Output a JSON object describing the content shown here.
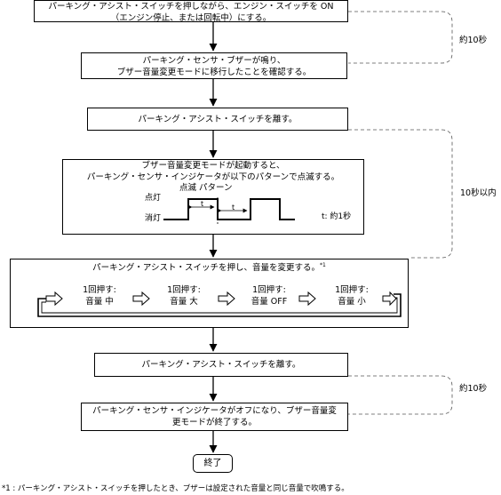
{
  "steps": {
    "s1": [
      "パーキング・アシスト・スイッチを押しながら、エンジン・スイッチを ON",
      "（エンジン停止、または回転中）にする。"
    ],
    "s2": [
      "パーキング・センサ・ブザーが鳴り、",
      "ブザー音量変更モードに移行したことを確認する。"
    ],
    "s3": [
      "パーキング・アシスト・スイッチを離す。"
    ],
    "s4": [
      "ブザー音量変更モードが起動すると、",
      "パーキング・センサ・インジケータが以下のパターンで点滅する。"
    ],
    "s5_prefix": "パーキング・アシスト・スイッチを押し、音量を変更する。",
    "s5_mark": "*1",
    "s6": [
      "パーキング・アシスト・スイッチを離す。"
    ],
    "s7": [
      "パーキング・センサ・インジケータがオフになり、ブザー音量変",
      "更モードが終了する。"
    ],
    "end": "終了"
  },
  "blink": {
    "title": "点滅 パターン",
    "on_label": "点灯",
    "off_label": "消灯",
    "t_label": "t",
    "t_note": "t: 約1秒"
  },
  "volume_cycle": [
    {
      "press": "1回押す:",
      "state": "音量 中"
    },
    {
      "press": "1回押す:",
      "state": "音量 大"
    },
    {
      "press": "1回押す:",
      "state": "音量 OFF"
    },
    {
      "press": "1回押す:",
      "state": "音量 小"
    }
  ],
  "timings": {
    "first": "約10秒",
    "within": "10秒以内",
    "last": "約10秒"
  },
  "footnote": "*1 : パーキング・アシスト・スイッチを押したとき、ブザーは設定された音量と同じ音量で吹鳴する。"
}
